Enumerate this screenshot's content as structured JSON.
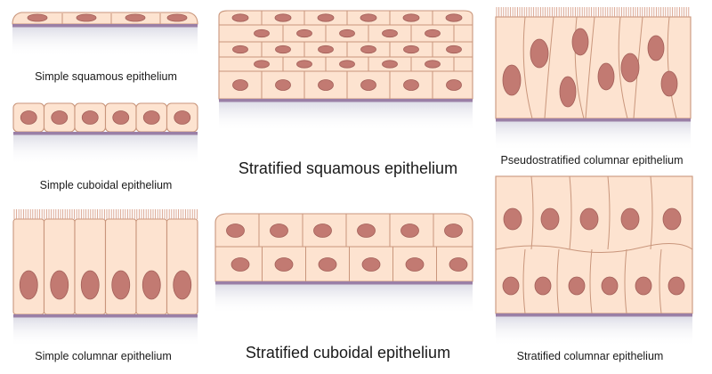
{
  "labels": {
    "simple_squamous": "Simple squamous epithelium",
    "simple_cuboidal": "Simple cuboidal epithelium",
    "simple_columnar": "Simple columnar epithelium",
    "stratified_squamous": "Stratified squamous epithelium",
    "stratified_cuboidal": "Stratified cuboidal epithelium",
    "pseudostratified_columnar": "Pseudostratified columnar epithelium",
    "stratified_columnar": "Stratified columnar epithelium"
  },
  "colors": {
    "cytoplasm": "#fde3d0",
    "cell_border": "#c9967c",
    "nucleus": "#c27a72",
    "nucleus_edge": "#a25f58",
    "basement_membrane": "#9a7fa6",
    "cilia": "#d8a08a",
    "shadow": "#e7e7ee"
  }
}
